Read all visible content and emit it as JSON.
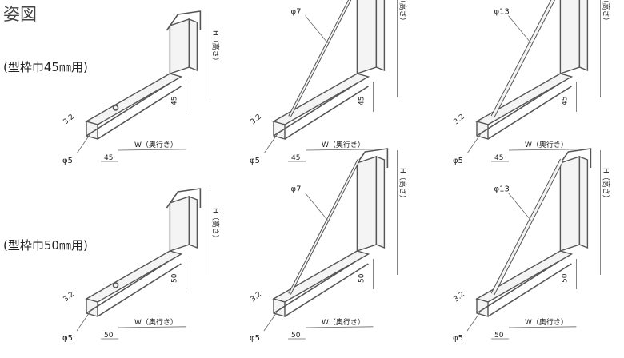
{
  "page_title": "姿図",
  "rows": [
    {
      "label": "(型枠巾45㎜用)",
      "width_dim": "45",
      "h_label": "H（高さ）",
      "w_label": "W（奥行き）",
      "thickness_label": "3.2",
      "pin_label": "φ5",
      "brace_labels": [
        "",
        "φ7",
        "φ13"
      ]
    },
    {
      "label": "(型枠巾50㎜用)",
      "width_dim": "50",
      "h_label": "H（高さ）",
      "w_label": "W（奥行き）",
      "thickness_label": "3.2",
      "pin_label": "φ5",
      "brace_labels": [
        "",
        "φ7",
        "φ13"
      ]
    }
  ]
}
